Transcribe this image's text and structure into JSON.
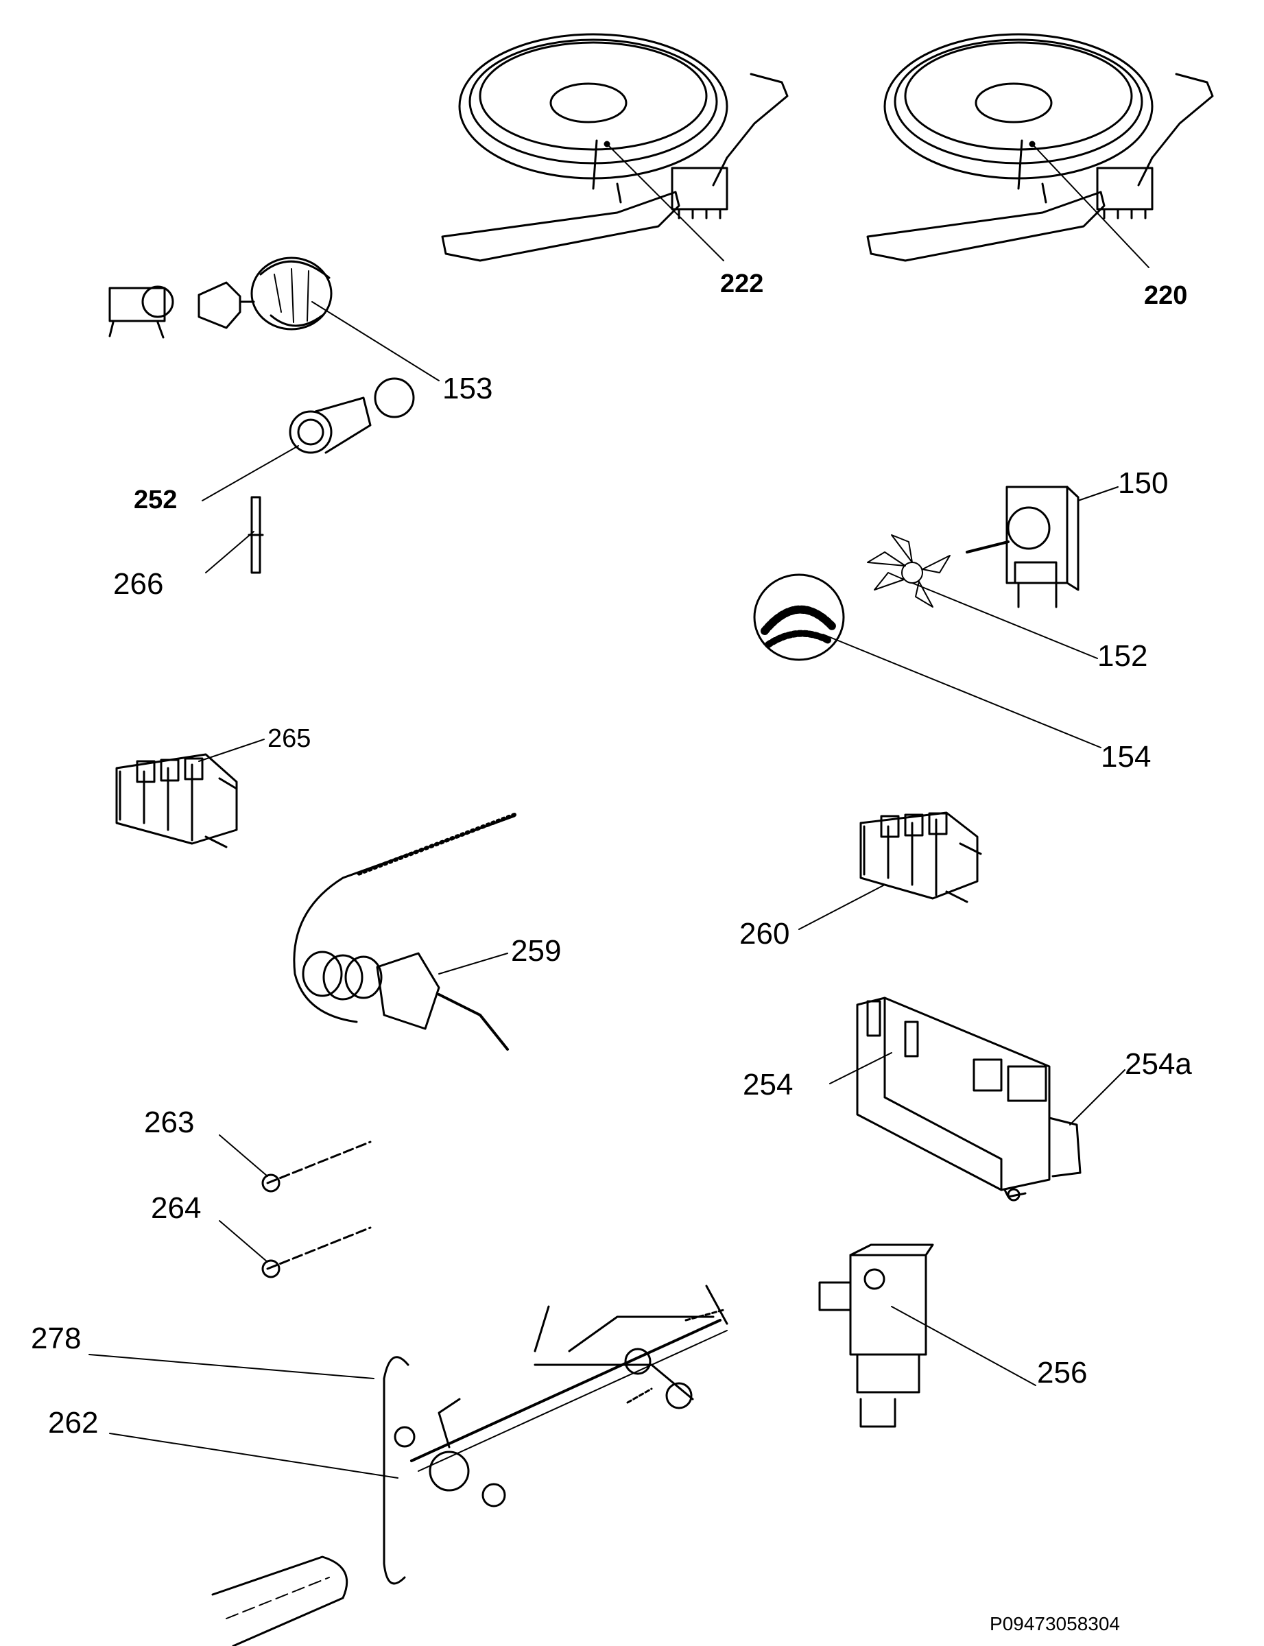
{
  "parts": {
    "p222": "222",
    "p220": "220",
    "p153": "153",
    "p252": "252",
    "p266": "266",
    "p150": "150",
    "p152": "152",
    "p154": "154",
    "p265": "265",
    "p259": "259",
    "p260": "260",
    "p254": "254",
    "p254a": "254a",
    "p263": "263",
    "p264": "264",
    "p256": "256",
    "p278": "278",
    "p262": "262"
  },
  "doc_id": "P09473058304",
  "colors": {
    "ink": "#000000",
    "paper": "#ffffff"
  }
}
